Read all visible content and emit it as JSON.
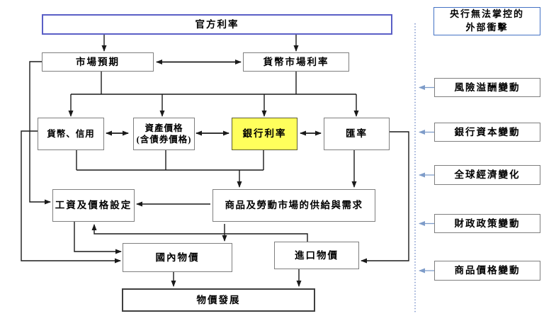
{
  "nodes": {
    "official_rate": {
      "label": "官方利率"
    },
    "market_expectations": {
      "label": "市場預期"
    },
    "money_market_rates": {
      "label": "貨幣市場利率"
    },
    "money_credit": {
      "label": "貨幣、信用"
    },
    "asset_prices": {
      "line1": "資產價格",
      "line2": "(含債券價格)"
    },
    "bank_rates": {
      "label": "銀行利率"
    },
    "exchange_rate": {
      "label": "匯率"
    },
    "wage_price_setting": {
      "label": "工資及價格設定"
    },
    "goods_labor_market": {
      "label": "商品及勞動市場的供給與需求"
    },
    "domestic_prices": {
      "label": "國內物價"
    },
    "import_prices": {
      "label": "進口物價"
    },
    "price_development": {
      "label": "物價發展"
    }
  },
  "external_shocks": {
    "header": {
      "line1": "央行無法掌控的",
      "line2": "外部衝擊"
    },
    "items": [
      {
        "label": "風險溢酬變動"
      },
      {
        "label": "銀行資本變動"
      },
      {
        "label": "全球經濟變化"
      },
      {
        "label": "財政政策變動"
      },
      {
        "label": "商品價格變動"
      }
    ]
  },
  "colors": {
    "official_rate_border": "#5a5fc6",
    "external_header_border": "#4472c4",
    "highlight_fill": "#ffff5c",
    "box_border": "#7f7f7f",
    "price_development_border": "#3f3f3f",
    "black_arrow": "#1a1a1a",
    "blue_arrow": "#7e9cc9",
    "dashed_divider": "#4b6cb7"
  }
}
